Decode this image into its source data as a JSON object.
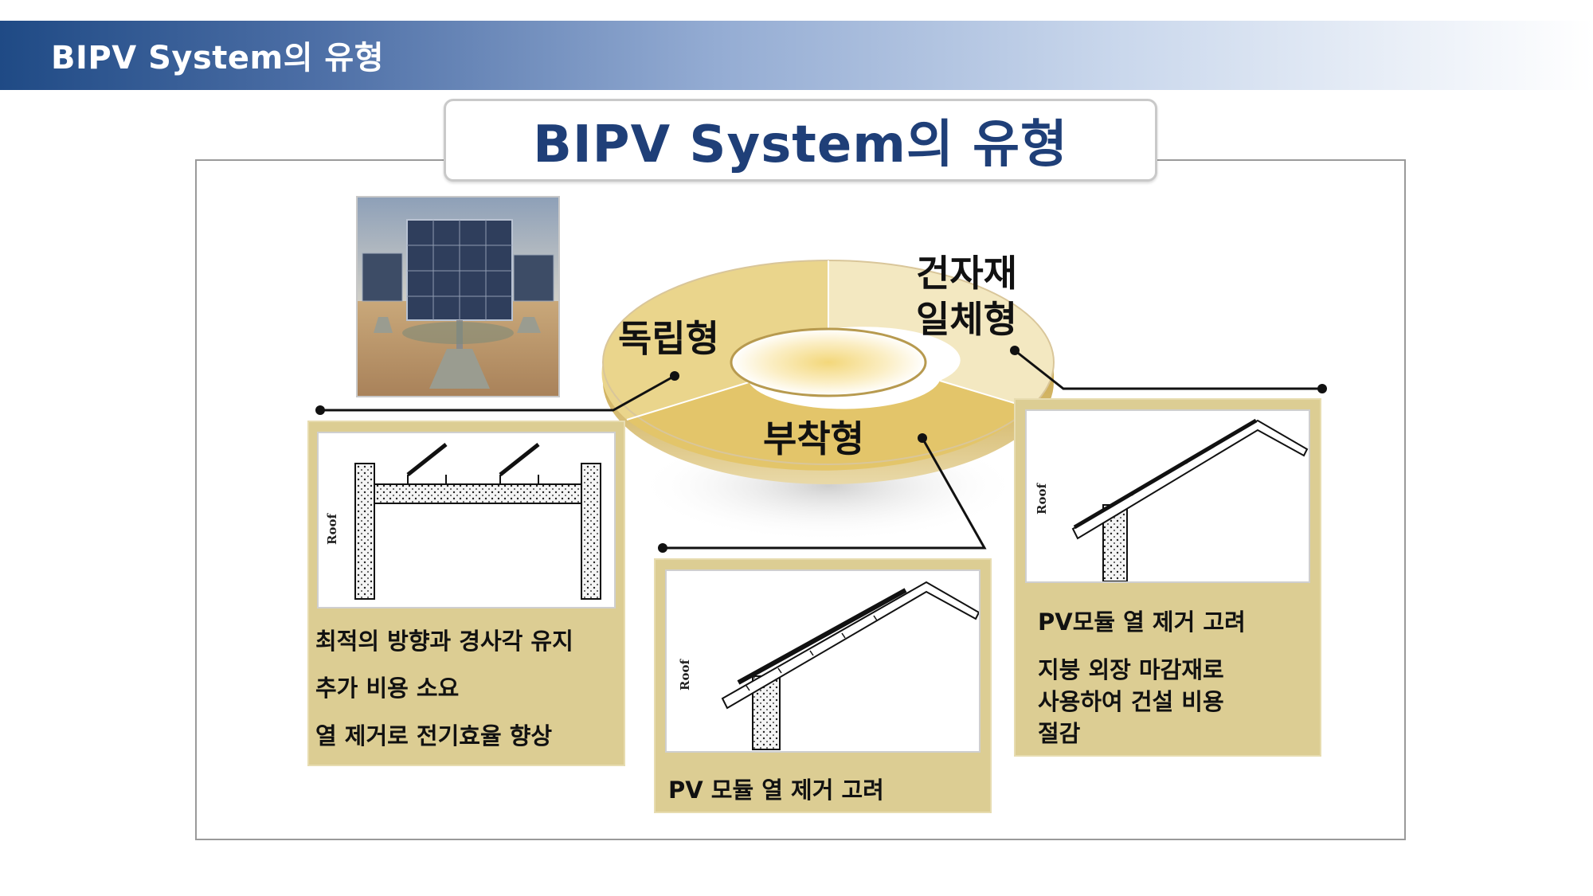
{
  "header": {
    "title": "BIPV System의 유형"
  },
  "diagram": {
    "title": "BIPV System의 유형",
    "segments": {
      "independent": "독립형",
      "integrated_line1": "건자재",
      "integrated_line2": "일체형",
      "attached": "부착형"
    },
    "roof_label": "Roof",
    "panels": {
      "independent": {
        "lines": [
          "최적의 방향과 경사각 유지",
          "추가 비용 소요",
          "열 제거로 전기효율 향상"
        ]
      },
      "attached": {
        "lines": [
          "PV 모듈 열 제거 고려"
        ]
      },
      "integrated": {
        "lines": [
          "PV모듈 열 제거 고려",
          "지붕 외장 마감재로",
          "사용하여 건설 비용",
          "절감"
        ]
      }
    }
  },
  "colors": {
    "header_dark": "#1f4a85",
    "title_blue": "#1f3f78",
    "panel_tan": "#dccd93",
    "ring_gold": "#e3c66a"
  },
  "icons": [
    "solar-tracker-photo",
    "flat-roof-mount-icon",
    "pitched-roof-attached-icon",
    "pitched-roof-integrated-icon"
  ]
}
